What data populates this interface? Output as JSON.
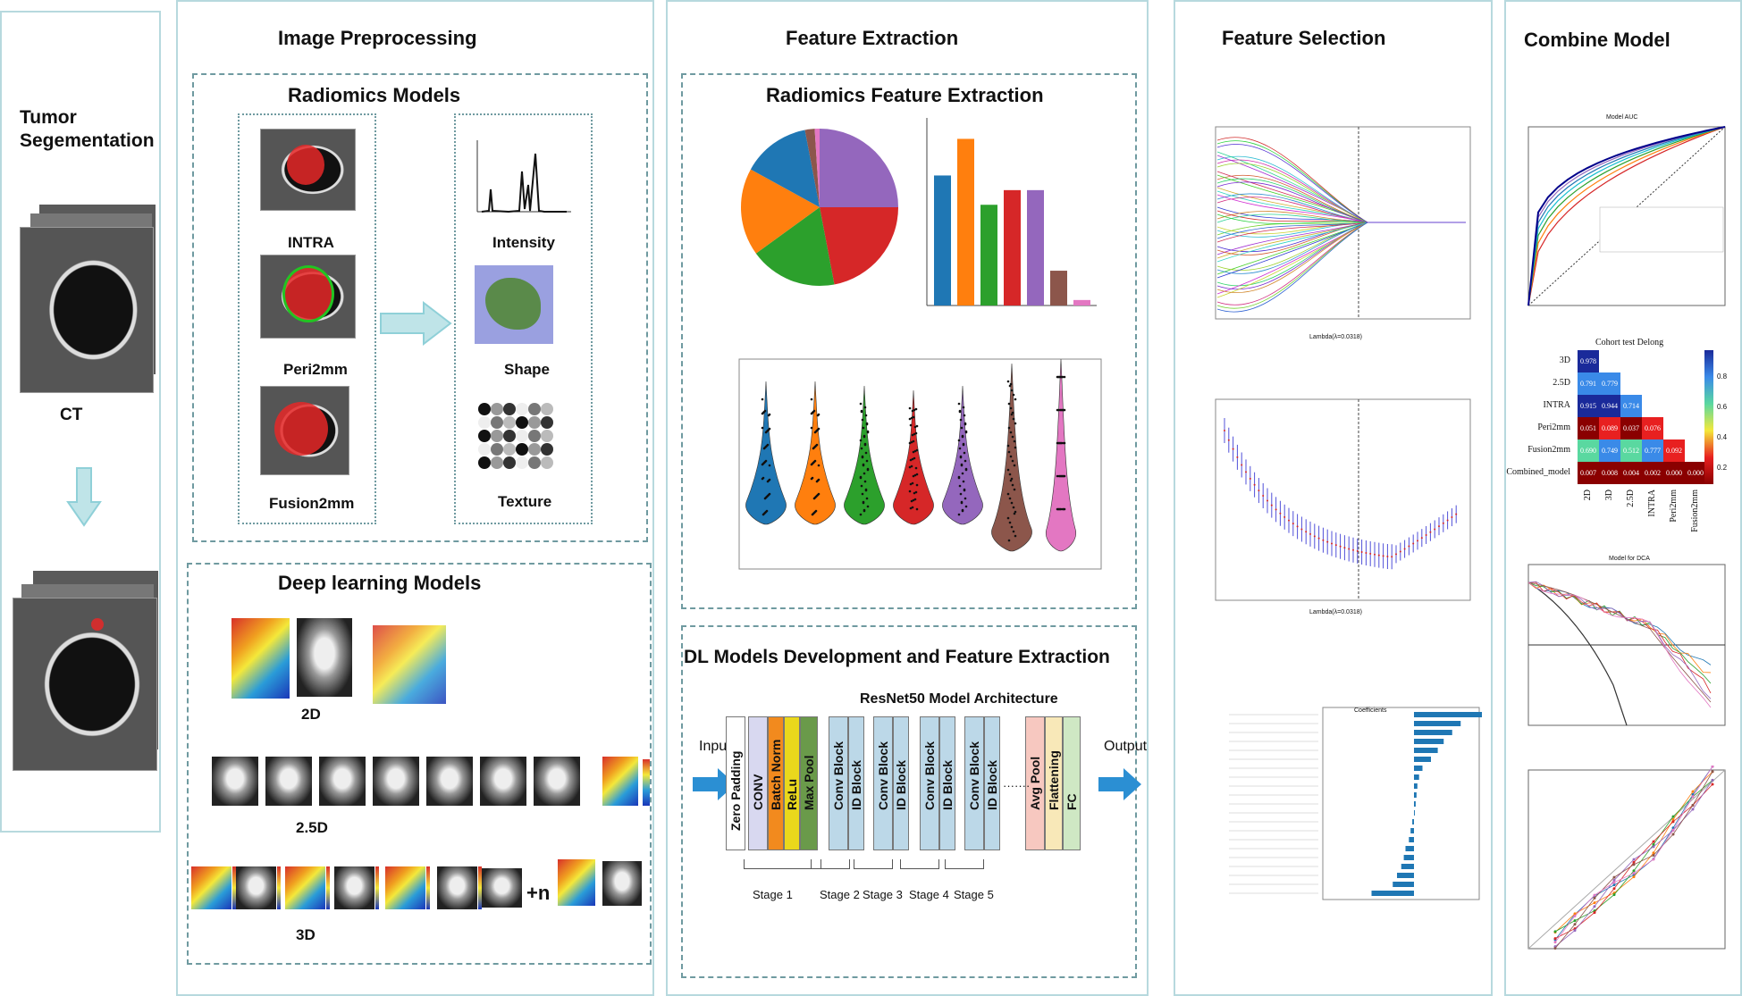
{
  "panels": {
    "segmentation": {
      "title": "Tumor Segementation",
      "ct_label": "CT"
    },
    "preprocessing": {
      "title": "Image Preprocessing",
      "radiomics_title": "Radiomics Models",
      "roi_labels": [
        "INTRA",
        "Peri2mm",
        "Fusion2mm"
      ],
      "feature_labels": [
        "Intensity",
        "Shape",
        "Texture"
      ],
      "dl_title": "Deep learning Models",
      "dl_labels": [
        "2D",
        "2.5D",
        "3D"
      ],
      "plus_n": "+n"
    },
    "extraction": {
      "title": "Feature Extraction",
      "radiomics_title": "Radiomics Feature Extraction",
      "dl_title": "DL Models Development and Feature Extraction",
      "resnet_title": "ResNet50 Model Architecture",
      "input_label": "Input",
      "output_label": "Output",
      "blocks": [
        "Zero Padding",
        "CONV",
        "Batch Norm",
        "ReLu",
        "Max Pool",
        "Conv Block",
        "ID Block",
        "Conv Block",
        "ID Block",
        "Conv Block",
        "ID Block",
        "Conv Block",
        "ID Block",
        "Avg Pool",
        "Flattening",
        "FC"
      ],
      "stages": [
        "Stage 1",
        "Stage 2",
        "Stage 3",
        "Stage 4",
        "Stage 5"
      ]
    },
    "selection": {
      "title": "Feature Selection",
      "lasso_xlabel": "Lambda(λ=0.0318)",
      "cv_xlabel": "Lambda(λ=0.0318)",
      "coef_legend": "Coefficients"
    },
    "combine": {
      "title": "Combine Model",
      "roc_title": "Model AUC",
      "delong_title": "Cohort test Delong",
      "dca_title": "Model for DCA",
      "heat_rows": [
        "3D",
        "2.5D",
        "INTRA",
        "Peri2mm",
        "Fusion2mm",
        "Combined_model"
      ],
      "heat_cols": [
        "2D",
        "3D",
        "2.5D",
        "INTRA",
        "Peri2mm",
        "Fusion2mm"
      ],
      "heat_values": [
        [
          "0.978"
        ],
        [
          "0.791",
          "0.779"
        ],
        [
          "0.915",
          "0.944",
          "0.714"
        ],
        [
          "0.051",
          "0.089",
          "0.037",
          "0.076"
        ],
        [
          "0.690",
          "0.749",
          "0.512",
          "0.777",
          "0.092"
        ],
        [
          "0.007",
          "0.008",
          "0.004",
          "0.002",
          "0.000",
          "0.000"
        ]
      ],
      "colorbar_ticks": [
        "0.8",
        "0.6",
        "0.4",
        "0.2"
      ]
    }
  },
  "chart_data": [
    {
      "type": "pie",
      "values": [
        25,
        22,
        18,
        18,
        14,
        2,
        1
      ]
    },
    {
      "type": "bar",
      "values": [
        0.71,
        0.91,
        0.55,
        0.63,
        0.63,
        0.19,
        0.03
      ]
    },
    {
      "type": "violin",
      "series_count": 7
    }
  ],
  "colors": {
    "panel_border": "#b7d9de",
    "dashed_border": "#6f9aa0",
    "arrow": "#8fd0d8",
    "roi_green": "#22c422",
    "tumor_red": "#e62828"
  }
}
